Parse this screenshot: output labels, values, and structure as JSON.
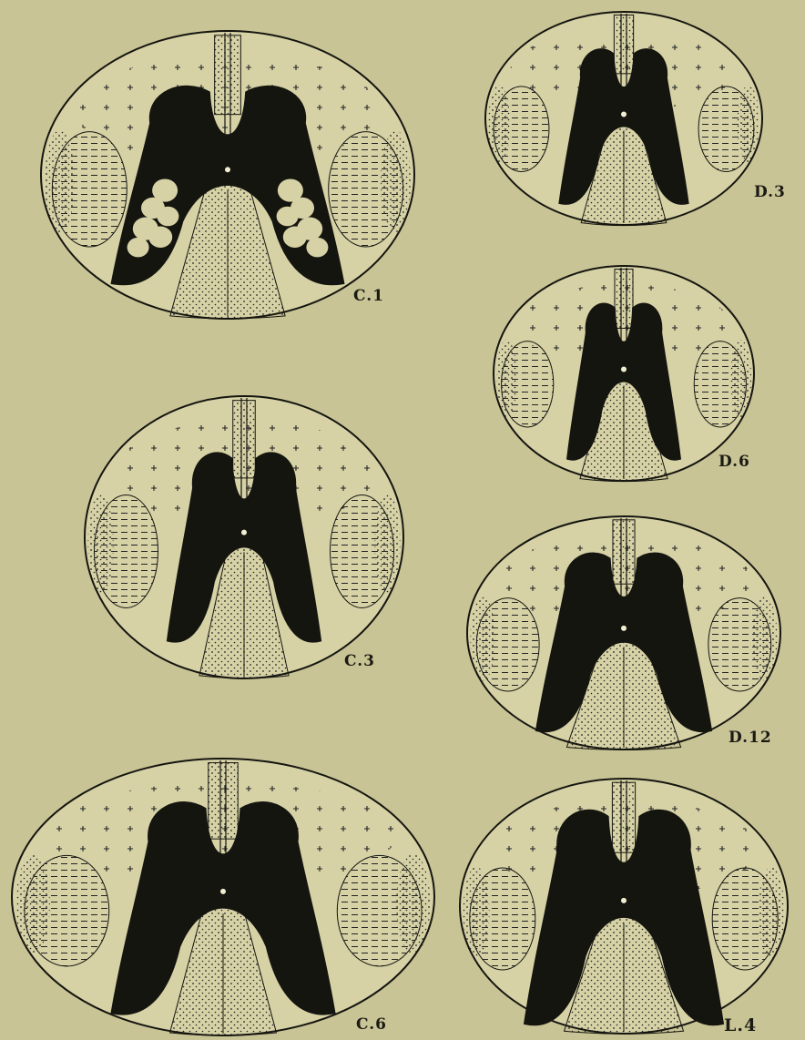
{
  "figure": {
    "sections": [
      {
        "id": "c1",
        "label": "C.1"
      },
      {
        "id": "c3",
        "label": "C.3"
      },
      {
        "id": "c6",
        "label": "C.6"
      },
      {
        "id": "d3",
        "label": "D.3"
      },
      {
        "id": "d6",
        "label": "D.6"
      },
      {
        "id": "d12",
        "label": "D.12"
      },
      {
        "id": "l4",
        "label": "L.4"
      }
    ],
    "colors": {
      "paper": "#c9c495",
      "ink": "#151510",
      "section_fill": "#d6d2a6"
    }
  }
}
